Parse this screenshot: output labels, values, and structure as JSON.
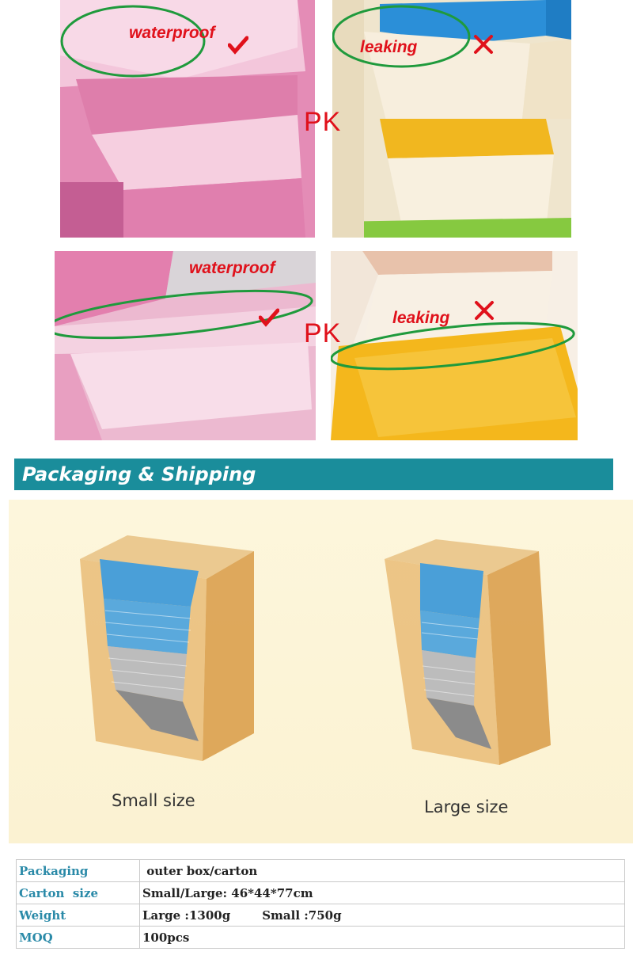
{
  "comparison": {
    "top_left_label": "waterproof",
    "top_right_label": "leaking",
    "pk_top": "PK",
    "bottom_left_label": "waterproof",
    "bottom_right_label": "leaking",
    "pk_bottom": "PK"
  },
  "section": {
    "title": "Packaging & Shipping"
  },
  "packaging_figure": {
    "small_label": "Small size",
    "large_label": "Large size"
  },
  "spec_table": {
    "rows": [
      {
        "key": "Packaging",
        "value": "outer box/carton"
      },
      {
        "key": "Carton  size",
        "value": "Small/Large: 46*44*77cm"
      },
      {
        "key": "Weight",
        "value": "Large :1300g",
        "value2": "Small :750g"
      },
      {
        "key": "MOQ",
        "value": "100pcs"
      }
    ]
  },
  "colors": {
    "accent_red": "#e0111b",
    "circle_green": "#1f9a3c",
    "section_bar": "#1a8d9b",
    "table_key": "#2a8aa8"
  }
}
